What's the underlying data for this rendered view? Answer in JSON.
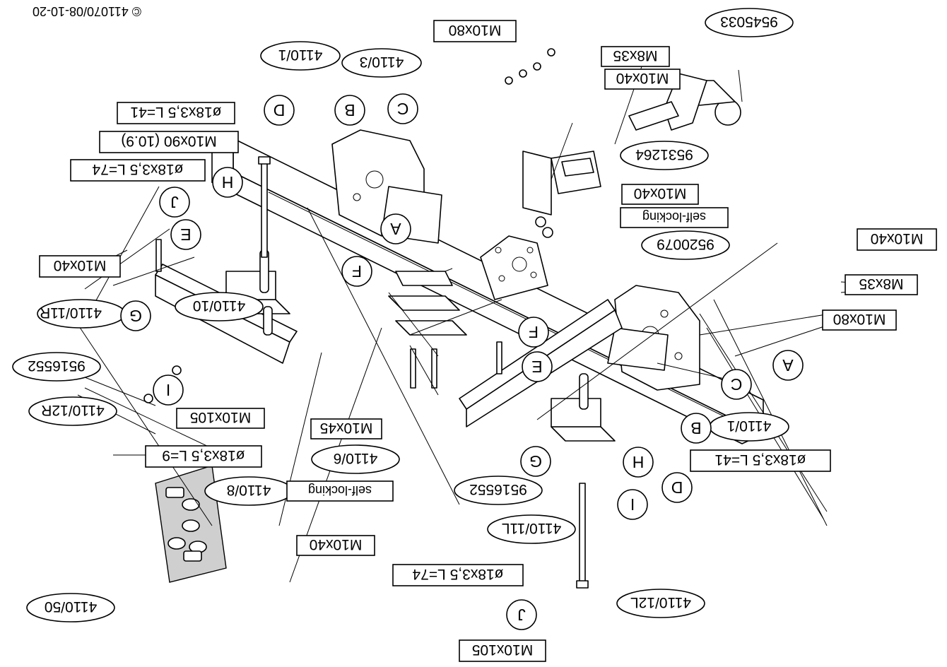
{
  "copyright": "© 411070/08-10-20",
  "bubbles": {
    "p9545033": "9545033",
    "p9531264": "9531264",
    "p9520079": "9520079",
    "p9516552_right": "9516552",
    "p9516552_left": "9516552",
    "p4110_1_right": "4110/1",
    "p4110_1_left": "4110/1",
    "p4110_3": "4110/3",
    "p4110_10": "4110/10",
    "p4110_11R": "4110/11R",
    "p4110_12R": "4110/12R",
    "p4110_11L": "4110/11L",
    "p4110_12L": "4110/12L",
    "p4110_6": "4110/6",
    "p4110_8": "4110/8",
    "p4110_50": "4110/50"
  },
  "letters": {
    "A1": "A",
    "A2": "A",
    "B1": "B",
    "B2": "B",
    "C1": "C",
    "C2": "C",
    "D1": "D",
    "D2": "D",
    "E1": "E",
    "E2": "E",
    "F1": "F",
    "F2": "F",
    "G1": "G",
    "G2": "G",
    "H1": "H",
    "H2": "H",
    "I1": "I",
    "I2": "I",
    "J1": "J",
    "J2": "J"
  },
  "boxes": {
    "m10x80_a": "M10x80",
    "m8x35_a": "M8x35",
    "m10x40_a": "M10x40",
    "spacer41_a": "ø18x3,5 L=41",
    "m10x90": "M10x90 (10.9)",
    "spacer74_a": "ø18x3,5 L=74",
    "m10x40_b": "M10x40",
    "selflocking_a": "self-locking",
    "m10x40_c": "M10x40",
    "m10x40_d": "M10x40",
    "m8x35_b": "M8x35",
    "m10x80_b": "M10x80",
    "m10x105_a": "M10x105",
    "m10x45": "M10x45",
    "spacer9": "ø18x3,5 L=9",
    "selflocking_b": "self-locking",
    "m10x40_e": "M10x40",
    "spacer41_b": "ø18x3,5 L=41",
    "spacer74_b": "ø18x3,5 L=74",
    "m10x105_b": "M10x105"
  }
}
